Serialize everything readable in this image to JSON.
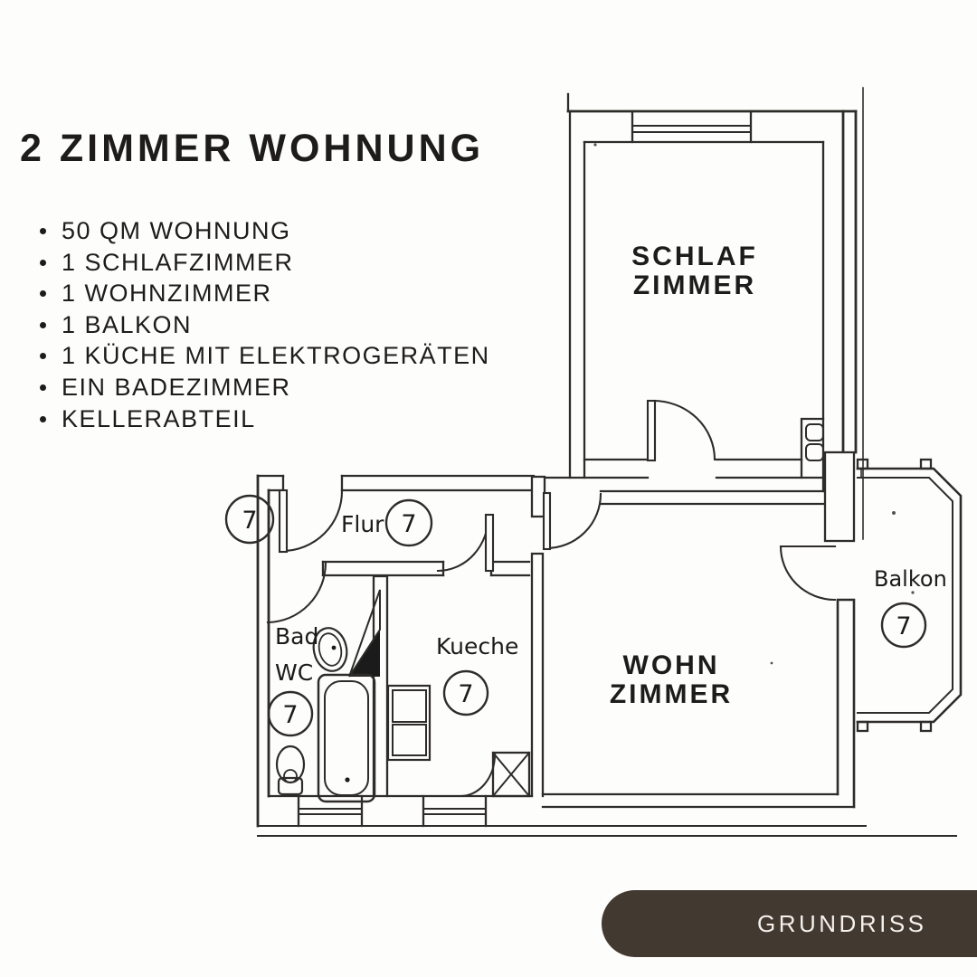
{
  "title": "2 ZIMMER WOHNUNG",
  "features": [
    "50 QM WOHNUNG",
    "1 SCHLAFZIMMER",
    "1 WOHNZIMMER",
    "1 BALKON",
    "1 KÜCHE MIT ELEKTROGERÄTEN",
    "EIN BADEZIMMER",
    "KELLERABTEIL"
  ],
  "floorplan": {
    "rooms": {
      "schlafzimmer_line1": "SCHLAF",
      "schlafzimmer_line2": "ZIMMER",
      "wohnzimmer_line1": "WOHN",
      "wohnzimmer_line2": "ZIMMER",
      "flur": "Flur",
      "kueche": "Kueche",
      "bad": "Bad",
      "wc": "WC",
      "balkon": "Balkon",
      "unit_number": "7"
    }
  },
  "cta": {
    "label": "GRUNDRISS"
  },
  "colors": {
    "background": "#fdfdfc",
    "text": "#1d1c1a",
    "plan_line": "#2e2c29",
    "cta_bg": "#423931",
    "cta_text": "#f4f1ed"
  }
}
